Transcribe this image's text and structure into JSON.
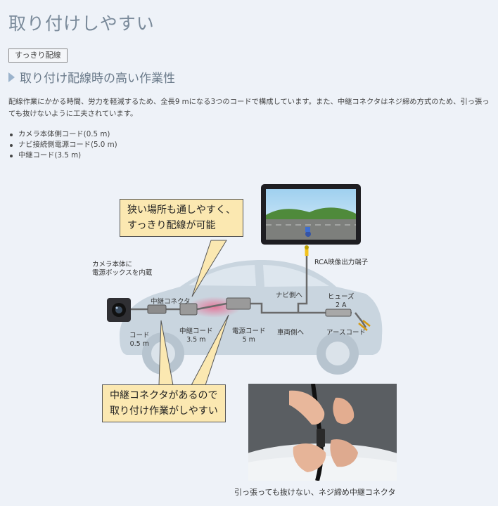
{
  "page": {
    "title": "取り付けしやすい",
    "tag": "すっきり配線",
    "section_heading": "取り付け配線時の高い作業性",
    "paragraph": "配線作業にかかる時間、労力を軽減するため、全長9 mになる3つのコードで構成しています。また、中継コネクタはネジ締め方式のため、引っ張っても抜けないように工夫されています。",
    "bullets": [
      "カメラ本体側コード(0.5 m)",
      "ナビ接続側電源コード(5.0 m)",
      "中継コード(3.5 m)"
    ]
  },
  "diagram": {
    "callout_top": [
      "狭い場所も通しやすく、",
      "すっきり配線が可能"
    ],
    "callout_bottom": [
      "中継コネクタがあるので",
      "取り付け作業がしやすい"
    ],
    "labels": {
      "camera_note": [
        "カメラ本体に",
        "電源ボックスを内蔵"
      ],
      "relay_connector": "中継コネクタ",
      "cord": [
        "コード",
        "0.5 m"
      ],
      "relay_cord": [
        "中継コード",
        "3.5 m"
      ],
      "power_cord": [
        "電源コード",
        "5 m"
      ],
      "to_navi": "ナビ側へ",
      "to_vehicle": "車両側へ",
      "fuse": [
        "ヒューズ",
        "2 A"
      ],
      "ground_cord": "アースコード",
      "rca": "RCA映像出力端子"
    }
  },
  "photo": {
    "caption": "引っ張っても抜けない、ネジ締め中継コネクタ"
  },
  "colors": {
    "background": "#eef2f8",
    "callout_fill": "#fbe8b1",
    "car_fill": "#c9d5df",
    "title_gray": "#7a8a9a",
    "connector_glow": "#e86a90",
    "rca_yellow": "#f2c21b"
  }
}
